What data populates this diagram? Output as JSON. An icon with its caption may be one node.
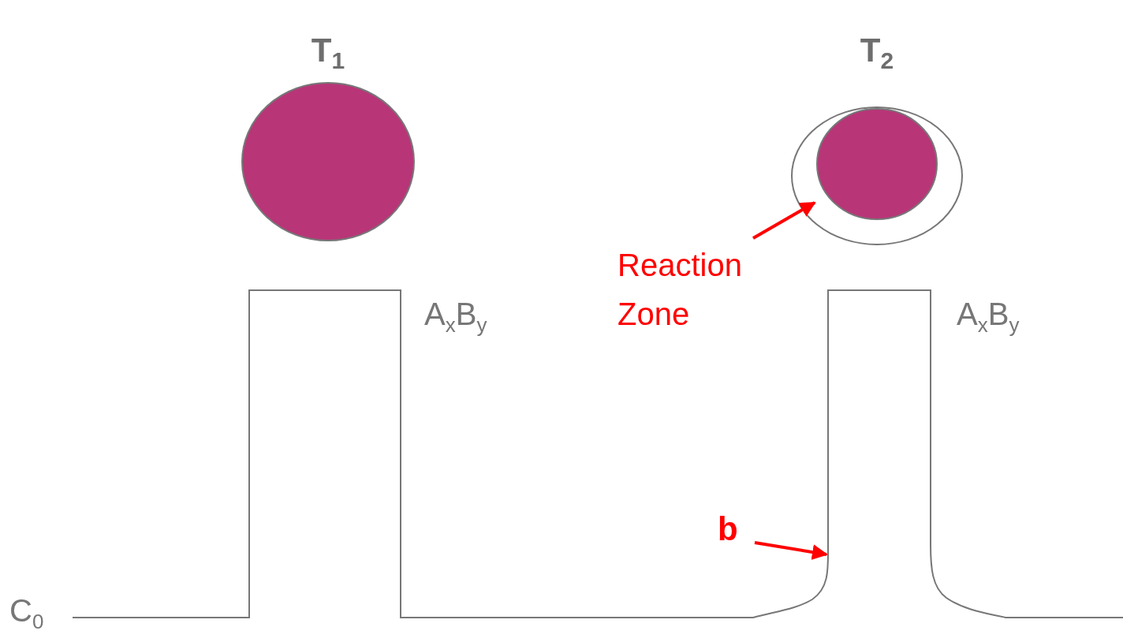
{
  "diagram": {
    "nodes": [
      {
        "text": [
          "T$_{1}$"
        ]
      },
      {
        "text": [
          "T$_{2}$"
        ]
      },
      {
        "text": [],
        "shape": "circle",
        "in": 1
      },
      {
        "text": [
          "Reaction Zone"
        ]
      },
      {
        "text": [
          "b"
        ]
      }
    ],
    "edges": [
      {
        "from": 3,
        "to": 1,
        "arrow": "to"
      },
      {
        "from": 4,
        "to": null,
        "arrow": "to"
      }
    ],
    "labels": [
      "A$_{x}$B$_{y}$",
      "A$_{x}$B$_{y}$",
      "C$_{0}$"
    ]
  }
}
